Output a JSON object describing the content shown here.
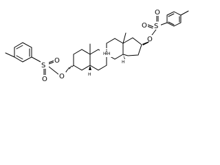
{
  "figure": {
    "type": "chemical-structure",
    "atom_labels": {
      "O": "O",
      "S": "S",
      "H": "H"
    }
  }
}
